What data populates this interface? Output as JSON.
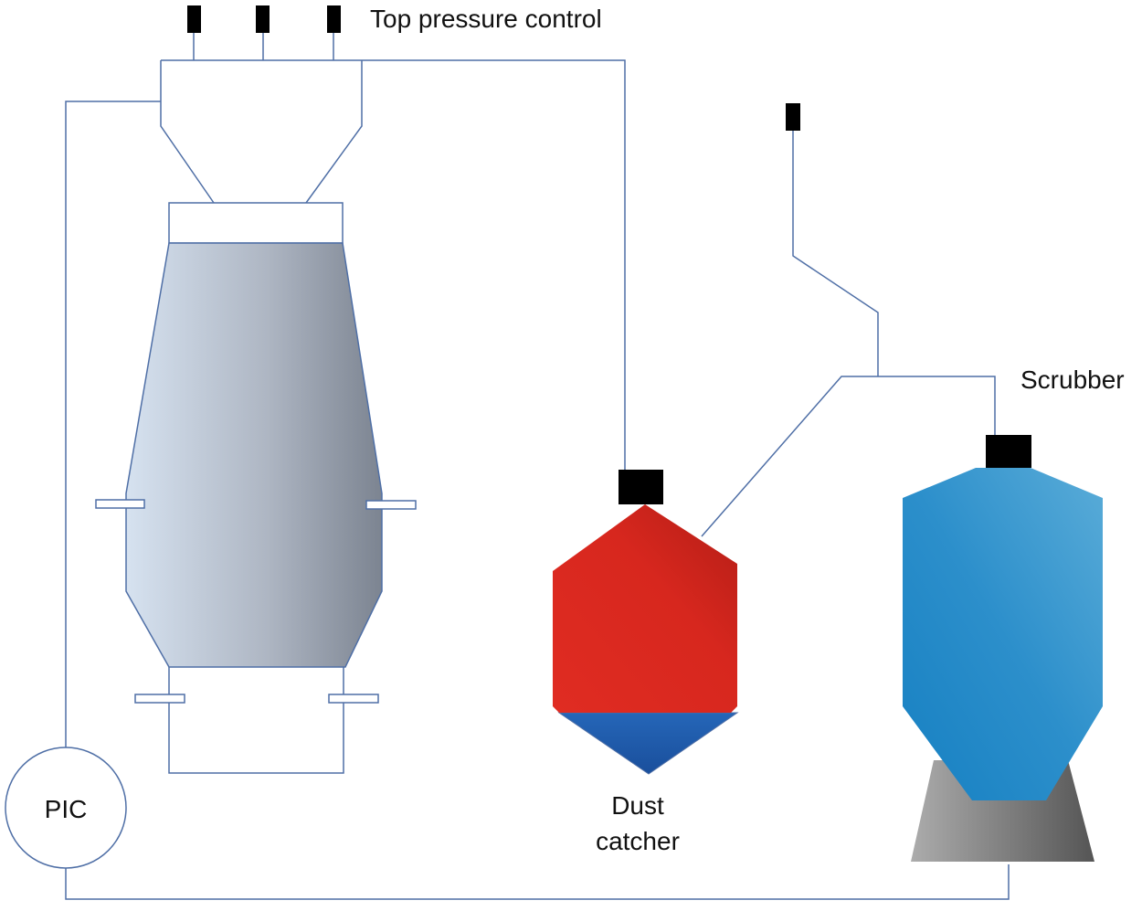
{
  "labels": {
    "top_pressure_control": "Top pressure control",
    "scrubber": "Scrubber",
    "dust_catcher_line1": "Dust",
    "dust_catcher_line2": "catcher",
    "pic": "PIC"
  },
  "colors": {
    "pipe": "#4f6fa6",
    "valve": "#000000",
    "furnace_light": "#d6e2f0",
    "furnace_dark": "#7c8491",
    "dust_catcher_top": "#d8261e",
    "dust_catcher_bottom": "#1a57a8",
    "scrubber_light": "#1b87c6",
    "scrubber_dark": "#55a9d6",
    "base_light": "#a7a7a7",
    "base_dark": "#585858"
  }
}
